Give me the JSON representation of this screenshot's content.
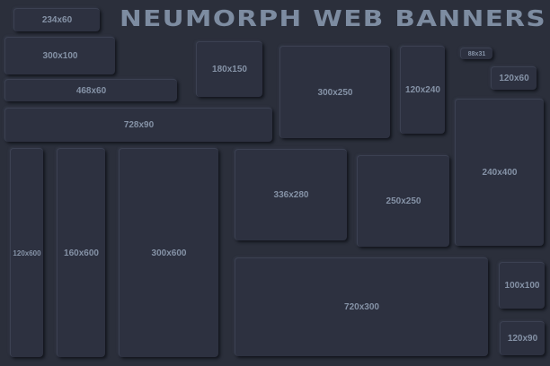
{
  "header": {
    "title": "NEUMORPH WEB BANNERS"
  },
  "colors": {
    "background": "#2b2f3b",
    "card": "#2d3140",
    "text": "#8592a6",
    "title": "#7d8ca1"
  },
  "banners": [
    {
      "id": "234x60",
      "label": "234x60"
    },
    {
      "id": "300x100",
      "label": "300x100"
    },
    {
      "id": "468x60",
      "label": "468x60"
    },
    {
      "id": "728x90",
      "label": "728x90"
    },
    {
      "id": "180x150",
      "label": "180x150"
    },
    {
      "id": "300x250",
      "label": "300x250"
    },
    {
      "id": "120x240",
      "label": "120x240"
    },
    {
      "id": "88x31",
      "label": "88x31"
    },
    {
      "id": "120x60",
      "label": "120x60"
    },
    {
      "id": "240x400",
      "label": "240x400"
    },
    {
      "id": "120x600",
      "label": "120x600"
    },
    {
      "id": "160x600",
      "label": "160x600"
    },
    {
      "id": "300x600",
      "label": "300x600"
    },
    {
      "id": "336x280",
      "label": "336x280"
    },
    {
      "id": "250x250",
      "label": "250x250"
    },
    {
      "id": "720x300",
      "label": "720x300"
    },
    {
      "id": "100x100",
      "label": "100x100"
    },
    {
      "id": "120x90",
      "label": "120x90"
    }
  ]
}
